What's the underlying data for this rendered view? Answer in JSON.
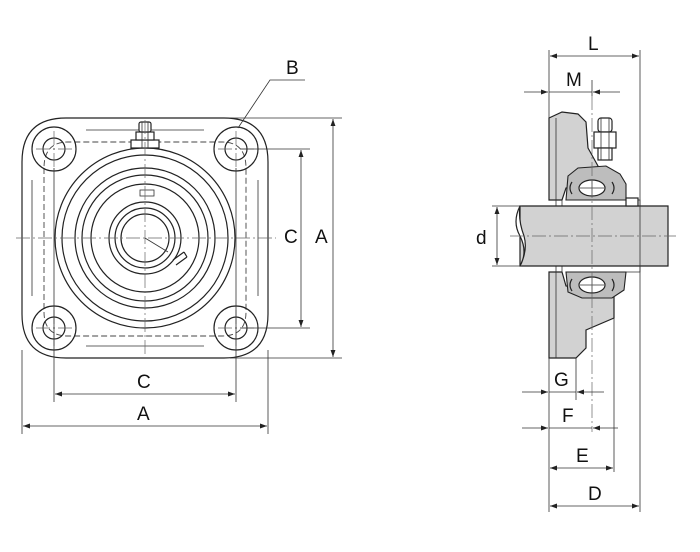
{
  "labels": {
    "B": "B",
    "C_vertical": "C",
    "A_vertical": "A",
    "C_horizontal": "C",
    "A_horizontal": "A",
    "L": "L",
    "M": "M",
    "d": "d",
    "G": "G",
    "F": "F",
    "E": "E",
    "D": "D"
  },
  "colors": {
    "line": "#222222",
    "shade": "#d2d2d2",
    "background": "#ffffff"
  }
}
